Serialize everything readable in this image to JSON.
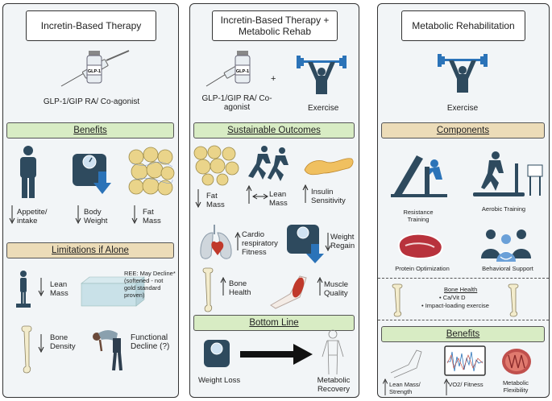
{
  "left": {
    "title": "Incretin-Based Therapy",
    "drug_label": "GLP-1/GIP RA/ Co-agonist",
    "vial_text": "GLP-1",
    "benefits_header": "Benefits",
    "benefits": {
      "appetite": "Appetite/ intake",
      "weight": "Body Weight",
      "fat": "Fat Mass"
    },
    "limitations_header": "Limitations if Alone",
    "limitations": {
      "lean": "Lean Mass",
      "ree": "REE: May Decline* (softened - not gold standard proven)",
      "bone": "Bone Density",
      "functional": "Functional Decline (?)"
    }
  },
  "middle": {
    "title": "Incretin-Based Therapy + Metabolic Rehab",
    "drug_label": "GLP-1/GIP RA/ Co-agonist",
    "vial_text": "GLP-1",
    "plus": "+",
    "exercise_label": "Exercise",
    "outcomes_header": "Sustainable Outcomes",
    "outcomes": {
      "fat": "Fat Mass",
      "lean": "Lean Mass",
      "insulin": "Insulin Sensitivity",
      "cardio": "Cardio respiratory Fitness",
      "regain": "Weight Regain",
      "bone": "Bone Health",
      "muscle": "Muscle Quality"
    },
    "bottom_header": "Bottom Line",
    "bottom": {
      "loss": "Weight Loss",
      "recovery": "Metabolic Recovery"
    }
  },
  "right": {
    "title": "Metabolic Rehabilitation",
    "exercise_label": "Exercise",
    "components_header": "Components",
    "components": {
      "resistance": "Resistance Training",
      "aerobic": "Aerobic Training",
      "protein": "Protein Optimization",
      "behavioral": "Behavioral Support"
    },
    "bone_health": {
      "title": "Bone Health",
      "items": [
        "Ca/Vit D",
        "Impact-loading exercise"
      ]
    },
    "benefits_header": "Benefits",
    "benefits": {
      "lean": "Lean Mass/ Strength",
      "vo2": "VO2/ Fitness",
      "flex": "Metabolic Flexibility"
    }
  },
  "colors": {
    "green_band": "#d8ecc4",
    "tan_band": "#ecdcb8",
    "panel_bg": "#f2f5f7",
    "blue": "#2b73b8",
    "navy": "#2e4a5e"
  }
}
